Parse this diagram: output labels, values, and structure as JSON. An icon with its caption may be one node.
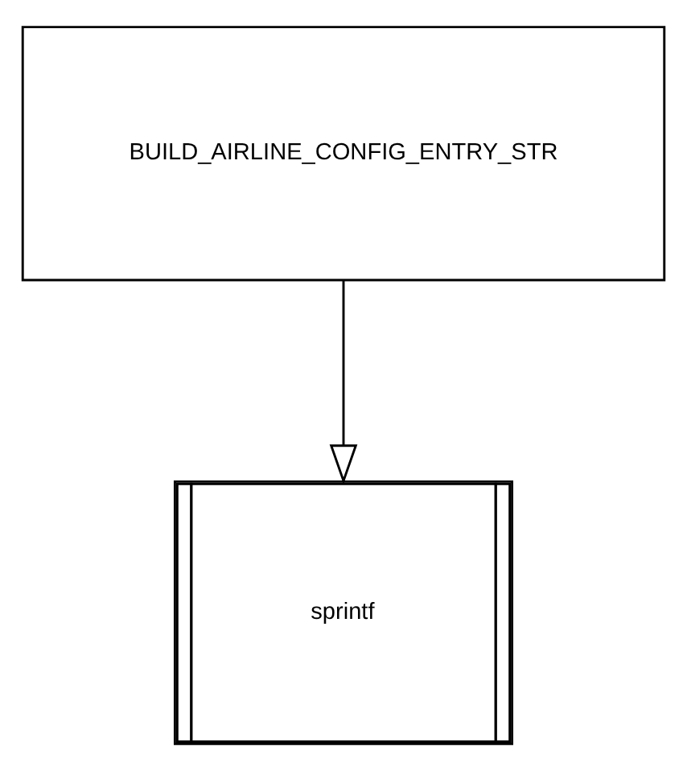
{
  "diagram": {
    "nodes": [
      {
        "text": [
          "BUILD_AIRLINE_CONFIG_ENTRY_STR"
        ]
      },
      {
        "text": [
          "sprintf"
        ]
      }
    ],
    "edges": [
      {
        "from": 0,
        "to": 1,
        "arrow": "to"
      }
    ]
  }
}
